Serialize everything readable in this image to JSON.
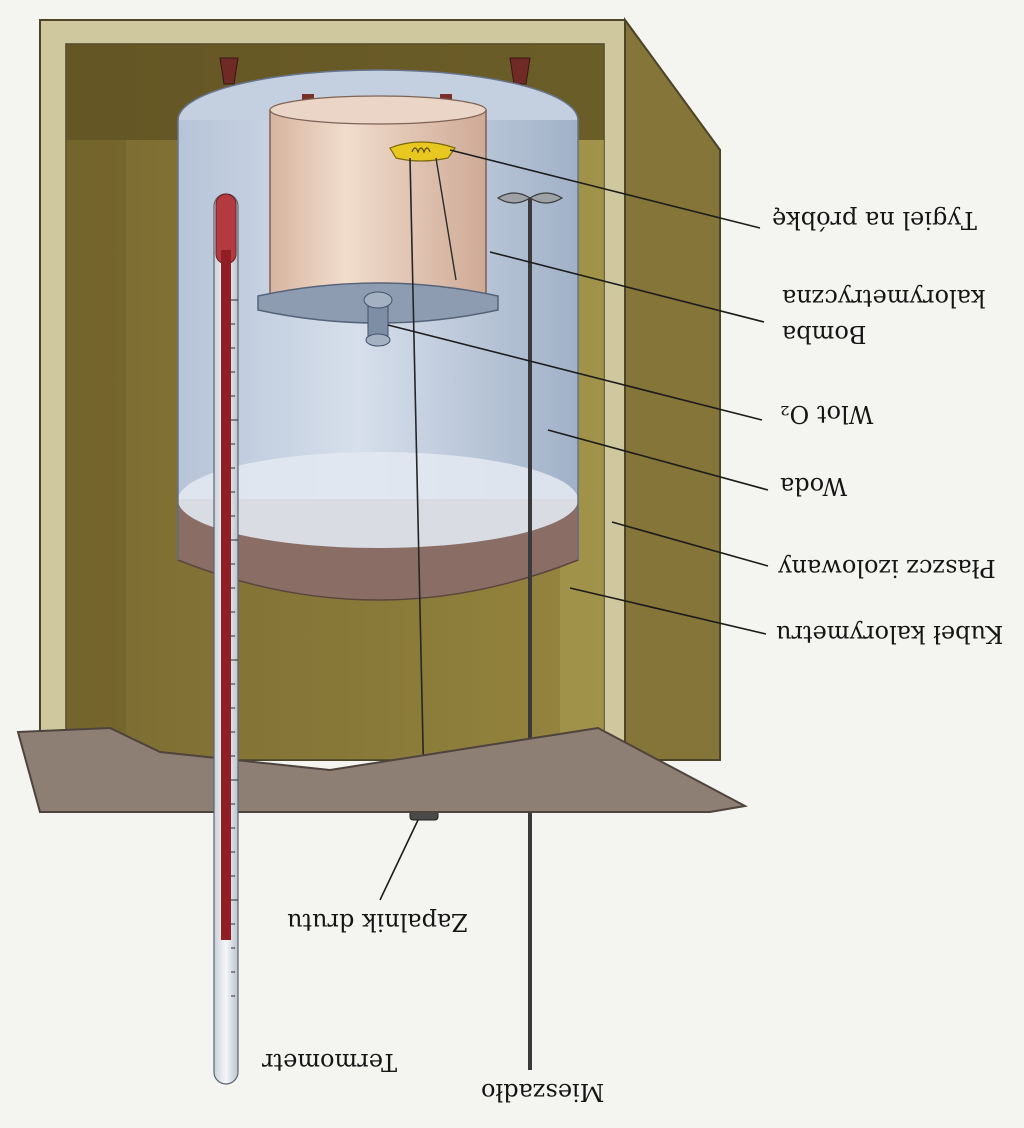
{
  "diagram": {
    "labels": {
      "crucible": "Tygiel na próbkę",
      "bomb_line1": "Bomba",
      "bomb_line2": "kalorymetryczna",
      "oxygen_inlet": "Wlot O₂",
      "water": "Woda",
      "insulated_jacket": "Płaszcz izolowany",
      "calorimeter_bucket": "Kubeł kalorymetru",
      "ignition_wire": "Zapalnik drutu",
      "thermometer": "Termometr",
      "stirrer": "Mieszadło"
    },
    "orientation": "rotated 180°",
    "colors": {
      "background": "#f4f4f1",
      "box_outer": "#d8d3b4",
      "box_inner": "#8e7d3c",
      "box_shadow": "#6a5c2a",
      "bucket_water": "#a7b8d0",
      "bucket_base": "#8a6e66",
      "bomb_body": "#e5c6b1",
      "crucible": "#e8c820",
      "thermometer_fluid": "#8f1f25",
      "base_plate": "#8d7f74"
    }
  }
}
